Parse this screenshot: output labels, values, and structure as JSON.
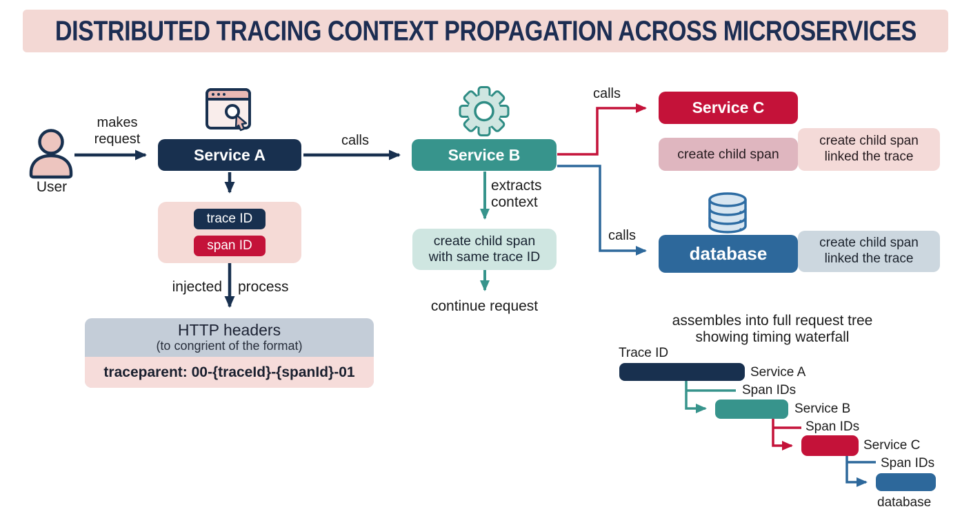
{
  "title": "DISTRIBUTED TRACING CONTEXT PROPAGATION ACROSS MICROSERVICES",
  "palette": {
    "navy": "#18304f",
    "teal": "#37948c",
    "teal_light": "#cfe6e1",
    "crimson": "#c41239",
    "blue": "#2d689b",
    "banner_pink": "#f3d8d4",
    "container_pink": "#f5dad6",
    "dusty_pink": "#dfb6bf",
    "light_pink": "#f4dad8",
    "gray_blue": "#c4cdd8",
    "gray_blue_light": "#ccd7df"
  },
  "actors": {
    "user_label": "User",
    "makes_request": "makes\nrequest"
  },
  "service_a": {
    "label": "Service A",
    "calls_label": "calls",
    "ids": {
      "trace_id": "trace ID",
      "span_id": "span ID"
    },
    "injected_label": "injected",
    "process_label": "process",
    "http_headers": {
      "title": "HTTP headers",
      "subtitle": "(to congrient of the format)",
      "code": "traceparent: 00-{traceId}-{spanId}-01"
    }
  },
  "service_b": {
    "label": "Service B",
    "extracts_label": "extracts\ncontext",
    "child_span": "create child span\nwith same trace ID",
    "continue_label": "continue request",
    "calls_c_label": "calls",
    "calls_db_label": "calls"
  },
  "service_c": {
    "label": "Service C",
    "child_span": "create child span",
    "linked": "create child span\nlinked the trace"
  },
  "database": {
    "label": "database",
    "linked": "create child span\nlinked the trace"
  },
  "waterfall": {
    "caption": "assembles into full request tree\nshowing timing waterfall",
    "trace_id_label": "Trace ID",
    "rows": [
      {
        "label": "Service A",
        "span_label": "Span IDs"
      },
      {
        "label": "Service B",
        "span_label": "Span IDs"
      },
      {
        "label": "Service C",
        "span_label": "Span IDs"
      },
      {
        "label": "database",
        "span_label": ""
      }
    ]
  }
}
